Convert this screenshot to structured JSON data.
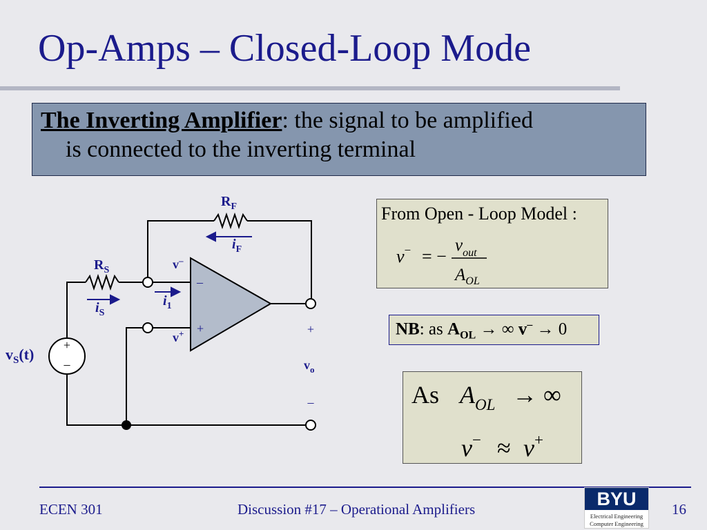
{
  "slide": {
    "title": "Op-Amps – Closed-Loop Mode",
    "definition": {
      "term": "The Inverting Amplifier",
      "text_line1": ": the signal to be amplified",
      "text_line2": "is connected to the inverting terminal"
    }
  },
  "circuit": {
    "rf_main": "R",
    "rf_sub": "F",
    "if_main": "i",
    "if_sub": "F",
    "rs_main": "R",
    "rs_sub": "S",
    "is_main": "i",
    "is_sub": "S",
    "i1_main": "i",
    "i1_sub": "1",
    "vminus_main": "v",
    "vminus_sup": "–",
    "vplus_main": "v",
    "vplus_sup": "+",
    "vs_main": "v",
    "vs_sub": "S",
    "vs_rest": "(t)",
    "source_plus": "+",
    "source_minus": "–",
    "opamp_minus": "–",
    "opamp_plus": "+",
    "out_plus": "+",
    "out_minus": "–",
    "vo_main": "v",
    "vo_sub": "o"
  },
  "model_box": {
    "title": "From Open - Loop Model :",
    "lhs": "v",
    "lhs_sup": "−",
    "eq": "= −",
    "num": "v",
    "num_sub": "out",
    "den": "A",
    "den_sub": "OL"
  },
  "nb_box": {
    "label": "NB",
    "text1": ": as ",
    "aol": "A",
    "aol_sub": "OL",
    "arrow1": " → ∞ ",
    "v": "v",
    "v_sup": "–",
    "arrow2": " → 0"
  },
  "as_box": {
    "as": "As",
    "a": "A",
    "a_sub": "OL",
    "arrow": "→ ∞",
    "v1": "v",
    "v1_sup": "−",
    "approx": "≈",
    "v2": "v",
    "v2_sup": "+"
  },
  "footer": {
    "course": "ECEN 301",
    "center": "Discussion #17 – Operational Amplifiers",
    "page": "16",
    "logo_word": "BYU",
    "logo_line1": "Electrical Engineering",
    "logo_line2": "Computer Engineering"
  },
  "colors": {
    "title": "#1b1b8c",
    "box_blue": "#8596ae",
    "box_tan": "#e0e0cc",
    "opamp_fill": "#b3bccb"
  }
}
